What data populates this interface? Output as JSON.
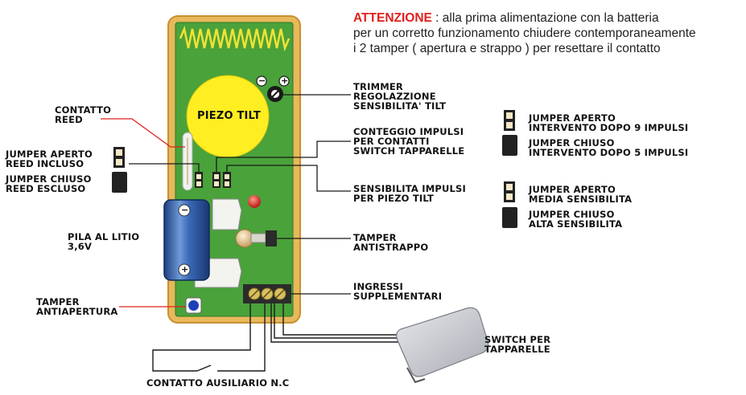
{
  "warning": {
    "keyword": "ATTENZIONE",
    "line1": " : alla prima alimentazione con la batteria",
    "line2": "per un corretto funzionamento chiudere contemporaneamente",
    "line3": "i 2 tamper ( apertura e strappo ) per resettare il contatto"
  },
  "board": {
    "piezo_label": "PIEZO TILT",
    "trimmer_minus": "−",
    "trimmer_plus": "+",
    "battery_minus": "−",
    "battery_plus": "+"
  },
  "labels": {
    "contatto_reed": [
      "CONTATTO",
      "REED"
    ],
    "jumper_aperto_reed": [
      "JUMPER APERTO",
      "REED INCLUSO"
    ],
    "jumper_chiuso_reed": [
      "JUMPER CHIUSO",
      "REED ESCLUSO"
    ],
    "pila": [
      "PILA AL LITIO",
      "3,6V"
    ],
    "tamper_antiapertura": [
      "TAMPER",
      "ANTIAPERTURA"
    ],
    "contatto_ausiliario": [
      "CONTATTO AUSILIARIO N.C"
    ],
    "trimmer": [
      "TRIMMER",
      "REGOLAZZIONE",
      "SENSIBILITA' TILT"
    ],
    "conteggio": [
      "CONTEGGIO IMPULSI",
      "PER CONTATTI",
      "SWITCH  TAPPARELLE"
    ],
    "sensibilita_impulsi": [
      "SENSIBILITA IMPULSI",
      "PER PIEZO TILT"
    ],
    "tamper_antistrappo": [
      "TAMPER",
      "ANTISTRAPPO"
    ],
    "ingressi": [
      "INGRESSI",
      "SUPPLEMENTARI"
    ],
    "switch_tapparelle": [
      "SWITCH  PER",
      "TAPPARELLE"
    ],
    "legend_aperto_9": [
      "JUMPER APERTO",
      "INTERVENTO DOPO 9 IMPULSI"
    ],
    "legend_chiuso_5": [
      "JUMPER CHIUSO",
      "INTERVENTO DOPO 5 IMPULSI"
    ],
    "legend_aperto_media": [
      "JUMPER APERTO",
      "MEDIA SENSIBILITA"
    ],
    "legend_chiuso_alta": [
      "JUMPER CHIUSO",
      "ALTA SENSIBILITA"
    ]
  },
  "colors": {
    "warning": "#e0201c",
    "board_frame": "#e8b85c",
    "board_green": "#4aa23a",
    "piezo_yellow": "#ffee22",
    "leader_red": "#e0201c",
    "battery_blue": "#2f62b0"
  }
}
